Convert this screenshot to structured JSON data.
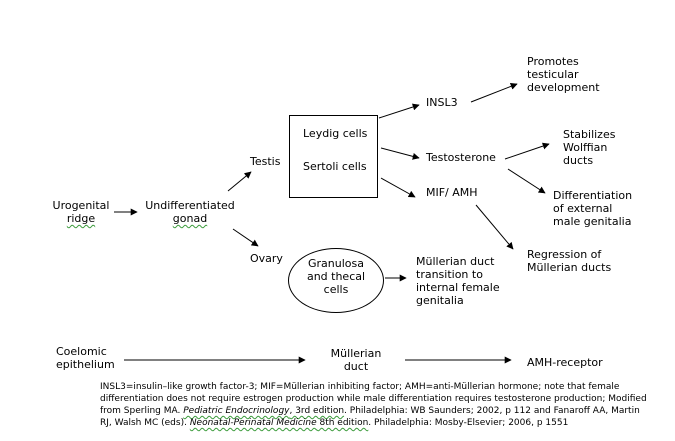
{
  "nodes": {
    "urogenital_ridge": "Urogenital\nridge",
    "undifferentiated_gonad": "Undifferentiated\ngonad",
    "testis": "Testis",
    "ovary": "Ovary",
    "leydig_cells": "Leydig cells",
    "sertoli_cells": "Sertoli cells",
    "insl3": "INSL3",
    "testosterone": "Testosterone",
    "mif_amh": "MIF/ AMH",
    "promotes_testicular_development": "Promotes\ntesticular\ndevelopment",
    "stabilizes_wolffian_ducts": "Stabilizes\nWolffian\nducts",
    "differentiation_external_male_genitalia": "Differentiation\nof external\nmale genitalia",
    "regression_mullerian_ducts": "Regression of\nMüllerian ducts",
    "granulosa_thecal_cells": "Granulosa\nand thecal\ncells",
    "mullerian_duct_transition": "Müllerian duct\ntransition to\ninternal female\ngenitalia",
    "coelomic_epithelium": "Coelomic\nepithelium",
    "mullerian_duct": "Müllerian\nduct",
    "amh_receptor": "AMH-receptor"
  },
  "caption": {
    "line1": "INSL3=insulin–like growth factor-3; MIF=Müllerian inhibiting factor; AMH=anti-Müllerian hormone; note that female",
    "line2": "differentiation does not require estrogen production while male differentiation requires testosterone production;  Modified",
    "line3a": "from Sperling MA. ",
    "line3_title": "Pediatric Endocrinology",
    "line3_edition": ", 3rd edition",
    "line3b": ".  Philadelphia: WB Saunders; 2002, p 112 and Fanaroff AA, Martin",
    "line4a": "RJ, Walsh MC (eds). ",
    "line4_title": "Neonatal-Perinatal Medicine",
    "line4_edition": " 8th edition",
    "line4b": ". Philadelphia: Mosby-Elsevier; 2006, p 1551"
  }
}
